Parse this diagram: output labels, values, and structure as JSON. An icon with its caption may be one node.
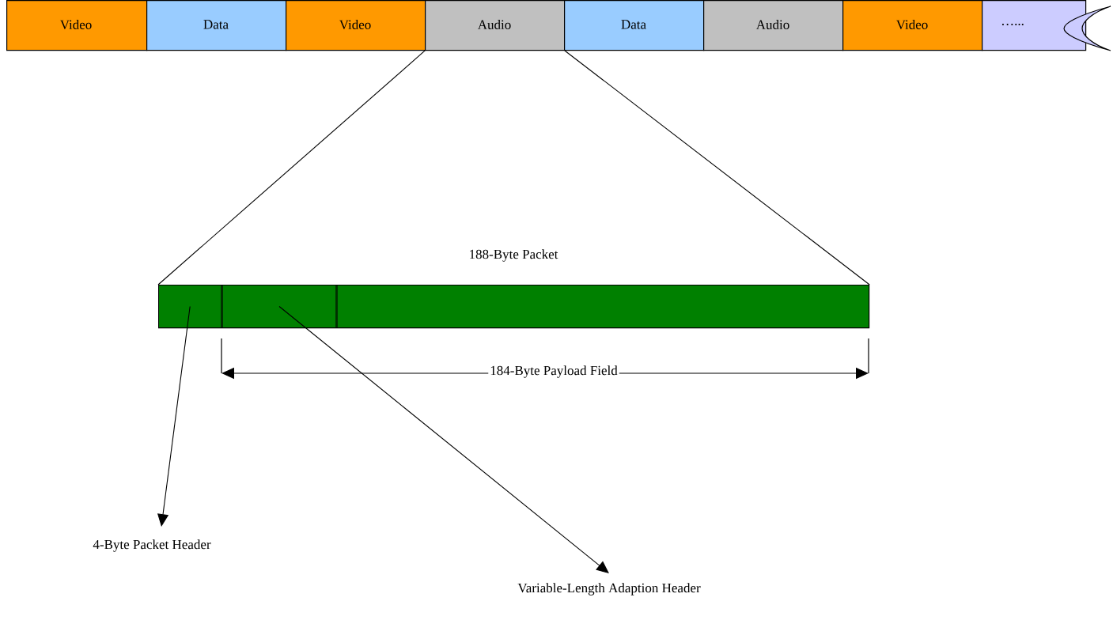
{
  "diagram": {
    "nodes": [
      {
        "text": [
          "Video"
        ]
      },
      {
        "text": [
          "Data"
        ]
      },
      {
        "text": [
          "Video"
        ]
      },
      {
        "text": [
          "Audio"
        ]
      },
      {
        "text": [
          "Data"
        ]
      },
      {
        "text": [
          "Audio"
        ]
      },
      {
        "text": [
          "Video"
        ]
      },
      {
        "text": [
          "…..."
        ]
      },
      {
        "text": [
          "188-Byte Packet"
        ]
      },
      {
        "text": [],
        "shape": "box",
        "in": 8
      },
      {
        "text": [],
        "shape": "box",
        "in": 8
      },
      {
        "text": [],
        "shape": "box",
        "in": 8
      },
      {
        "text": [
          "4-Byte Packet Header"
        ]
      },
      {
        "text": [
          "Variable-Length Adaption Header"
        ]
      }
    ],
    "edges": [
      {
        "from": 3,
        "to": 8,
        "arrow": "none"
      },
      {
        "from": 3,
        "to": 8,
        "arrow": "none"
      },
      {
        "from": 9,
        "to": 12,
        "arrow": "to"
      },
      {
        "from": 10,
        "to": 13,
        "arrow": "to"
      }
    ],
    "labels": [
      "184-Byte Payload Field"
    ]
  }
}
